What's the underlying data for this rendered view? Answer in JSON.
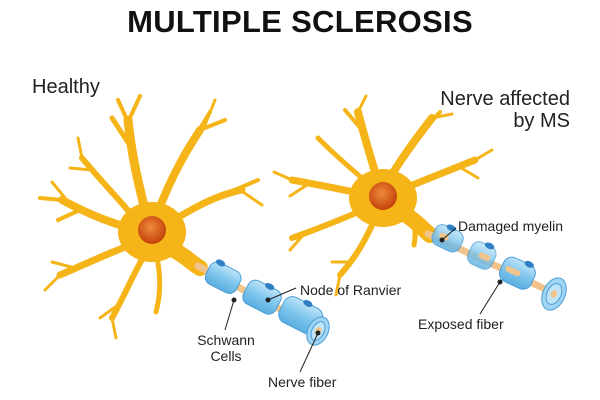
{
  "title": "MULTIPLE SCLEROSIS",
  "panels": {
    "healthy": {
      "label": "Healthy",
      "callouts": {
        "node": "Node of Ranvier",
        "schwann_line1": "Schwann",
        "schwann_line2": "Cells",
        "fiber": "Nerve fiber"
      }
    },
    "affected": {
      "label_line1": "Nerve affected",
      "label_line2": "by MS",
      "callouts": {
        "damaged": "Damaged myelin",
        "exposed": "Exposed fiber"
      }
    }
  },
  "colors": {
    "neuron": "#f5b418",
    "nucleus": "#d9541a",
    "myelin": "#7fc6ee",
    "fiber": "#f2c48b",
    "node": "#2f7fc4"
  }
}
